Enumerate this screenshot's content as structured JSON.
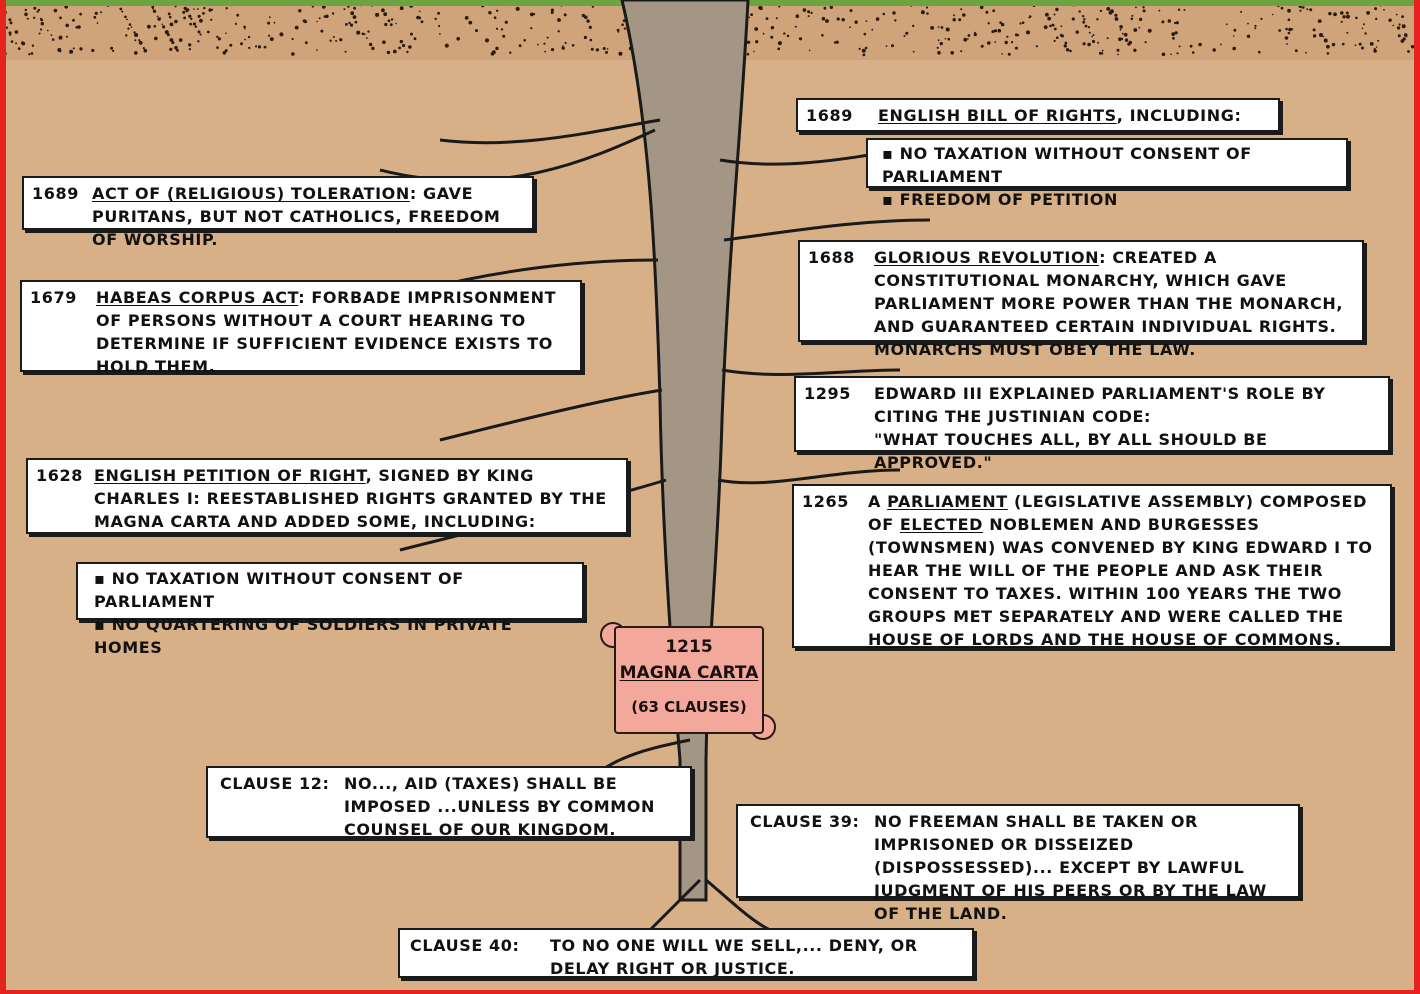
{
  "palette": {
    "background": "#d8b088",
    "trunk": "#a49684",
    "frame": "#e52420",
    "scroll": "#f2a99b",
    "grass": "#6ea342"
  },
  "boxes": {
    "b1689_bill": {
      "year": "1689",
      "title": "English Bill of Rights",
      "rest": ", including:"
    },
    "b1689_bill_items": [
      "No taxation without consent of Parliament",
      "Freedom of petition"
    ],
    "b1689_toleration": {
      "year": "1689",
      "title": "Act of (Religious) Toleration",
      "rest": ": Gave Puritans, but not Catholics, freedom of worship."
    },
    "b1688": {
      "year": "1688",
      "title": "Glorious Revolution",
      "rest": ": Created a constitutional monarchy, which gave Parliament more power than the monarch, and guaranteed certain individual rights. Monarchs must obey the law."
    },
    "b1679": {
      "year": "1679",
      "title": "Habeas Corpus Act",
      "rest": ": Forbade imprisonment of persons without a court hearing to determine if sufficient evidence exists to hold them."
    },
    "b1295": {
      "year": "1295",
      "line1": "Edward III Explained Parliament's role by",
      "line2": "citing the Justinian Code:",
      "line3": "\"What touches all, by all should be approved.\""
    },
    "b1628": {
      "year": "1628",
      "title": "English Petition of Right",
      "rest": ", signed by King Charles I: reestablished rights granted by the Magna Carta and added some, including:"
    },
    "b1628_items": [
      "No taxation without consent of Parliament",
      "No quartering of soldiers in private homes"
    ],
    "b1265": {
      "year": "1265",
      "a": "A ",
      "parliament": "Parliament",
      "b": " (legislative assembly) composed of ",
      "elected": "elected",
      "c": " noblemen and burgesses (townsmen) was convened by King Edward I to hear the will of the people and ask their consent to taxes. Within 100 years the two groups met separately and were called the ",
      "house": "House",
      "of1": "of",
      "lords": "Lords",
      "d": " and the ",
      "house2": "House",
      "of2": "of",
      "commons": "Commons",
      "e": "."
    },
    "magna": {
      "year": "1215",
      "title": "Magna Carta",
      "clauses": "(63 clauses)"
    },
    "clause12": {
      "label": "Clause 12:",
      "text": "No..., aid (taxes) shall be imposed ...unless by common counsel of our kingdom."
    },
    "clause39": {
      "label": "Clause 39:",
      "text": "No freeman shall be taken or imprisoned or disseized (dispossessed)... except by lawful judgment of his peers or by the law of the land."
    },
    "clause40": {
      "label": "Clause 40:",
      "text": "To no one will we sell,... deny, or delay right or justice."
    }
  }
}
